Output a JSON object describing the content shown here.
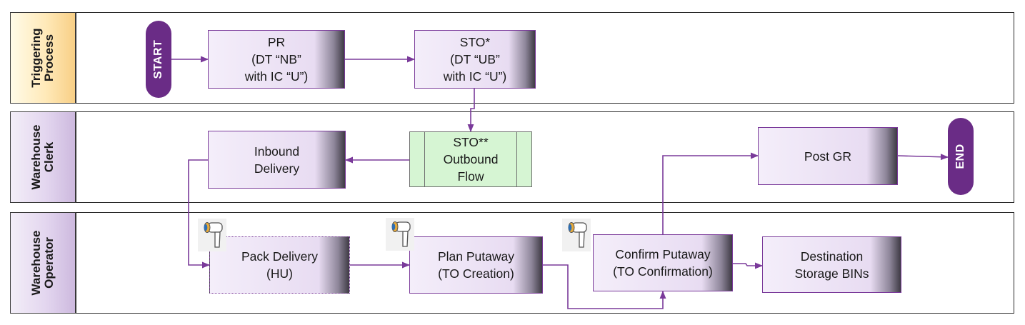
{
  "lanes": {
    "triggering": [
      "Triggering",
      "Process"
    ],
    "clerk": [
      "Warehouse",
      "Clerk"
    ],
    "operator": [
      "Warehouse",
      "Operator"
    ]
  },
  "terminals": {
    "start": "START",
    "end": "END"
  },
  "nodes": {
    "pr": [
      "PR",
      "(DT “NB”",
      "with IC “U”)"
    ],
    "sto": [
      "STO*",
      "(DT “UB”",
      "with IC “U”)"
    ],
    "sto_outbound": [
      "STO**",
      "Outbound",
      "Flow"
    ],
    "inbound": [
      "Inbound",
      "Delivery"
    ],
    "post_gr": [
      "Post GR"
    ],
    "pack": [
      "Pack Delivery",
      "(HU)"
    ],
    "plan": [
      "Plan Putaway",
      "(TO Creation)"
    ],
    "confirm": [
      "Confirm Putaway",
      "(TO Confirmation)"
    ],
    "dest": [
      "Destination",
      "Storage BINs"
    ]
  },
  "icons": {
    "scanner": "barcode-scanner-icon"
  },
  "colors": {
    "accent": "#6a2c86",
    "connector": "#7a3a9a",
    "green_box": "#d6f5d3",
    "yellow_label": "#ffe9b8"
  }
}
